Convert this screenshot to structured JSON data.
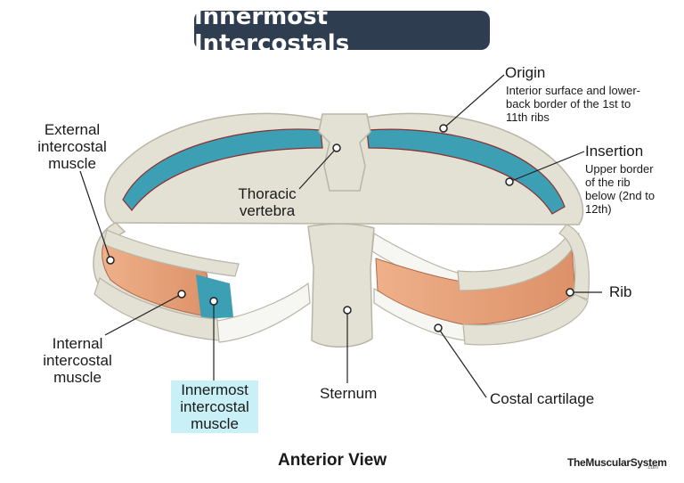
{
  "title": "Innermost Intercostals",
  "labels": {
    "origin": "Origin",
    "origin_desc": [
      "Interior surface and lower-",
      "back border of the 1st to",
      "11th ribs"
    ],
    "insertion": "Insertion",
    "insertion_desc": [
      "Upper border",
      "of the rib",
      "below (2nd to",
      "12th)"
    ],
    "external": [
      "External",
      "intercostal",
      "muscle"
    ],
    "thoracic": [
      "Thoracic",
      "vertebra"
    ],
    "rib": "Rib",
    "internal": [
      "Internal",
      "intercostal",
      "muscle"
    ],
    "innermost": [
      "Innermost",
      "intercostal",
      "muscle"
    ],
    "sternum": "Sternum",
    "costal": "Costal cartilage"
  },
  "view": "Anterior View",
  "brand": "TheMuscularSystem",
  "brand_suffix": ".com",
  "colors": {
    "title_bg": "#2e3e50",
    "bone": "#e3e0d4",
    "innermost_muscle": "#3c9fb4",
    "intercostal_muscle": "#e8a27a",
    "cartilage": "#f6f6f3",
    "highlight": "#c9f0f6"
  }
}
